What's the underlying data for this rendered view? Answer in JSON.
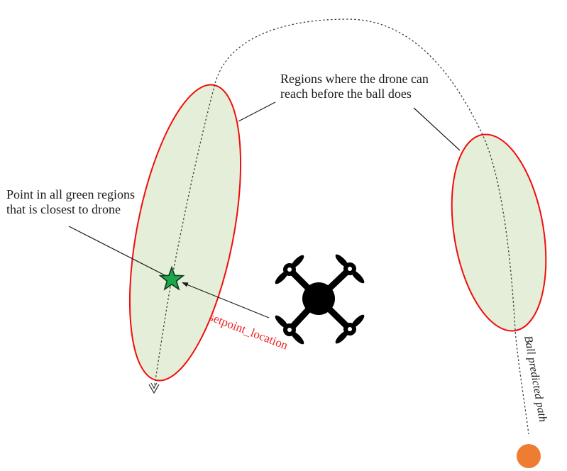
{
  "labels": {
    "regions_reachable": {
      "line1": "Regions where the drone can",
      "line2": "reach before the ball does"
    },
    "closest_point": {
      "line1": "Point in all green regions",
      "line2": "that is closest to drone"
    },
    "setpoint": {
      "text": "setpoint_location",
      "color": "#ee2222"
    },
    "ball_path": {
      "text": "Ball predicted path",
      "color": "#1a1a1a"
    }
  },
  "colors": {
    "background": "#ffffff",
    "region_fill": "#e4eed9",
    "region_stroke": "#f20d0d",
    "trajectory_stroke": "#3c3c3c",
    "leader_stroke": "#1a1a1a",
    "star_fill": "#1ea64b",
    "star_stroke": "#0d3b1e",
    "drone_fill": "#000000",
    "ball_fill": "#ed7d31"
  }
}
